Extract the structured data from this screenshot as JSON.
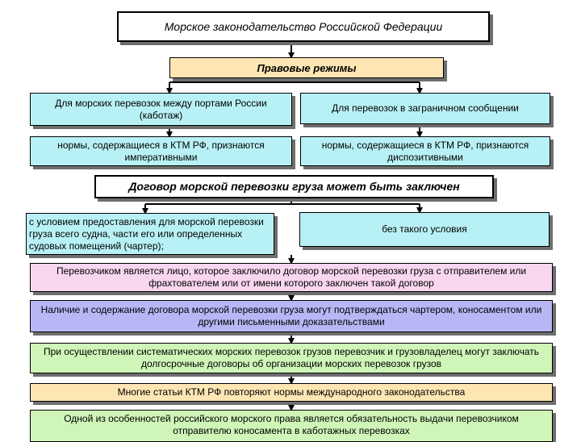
{
  "title": "Морское  законодательство  Российской  Федерации",
  "regimes": "Правовые режимы",
  "cabotage": "Для морских перевозок между портами России (каботаж)",
  "foreign": "Для перевозок в заграничном сообщении",
  "imperative": "нормы, содержащиеся в КТМ РФ, признаются императивными",
  "dispositive": "нормы, содержащиеся в КТМ РФ, признаются диспозитивными",
  "contract": "Договор морской перевозки груза может быть заключен",
  "with_condition": "с условием предоставления для морской перевозки  груза  всего  судна, части его или определенных судовых помещений (чартер);",
  "without_condition": "без такого условия",
  "carrier": "Перевозчиком  является  лицо,  которое  заключило  договор  морской перевозки груза с отправителем  или  фрахтователем  или  от  имени  которого заключен такой договор",
  "evidence": "Наличие  и  содержание  договора  морской  перевозки  груза  могут подтверждаться чартером, коносаментом    или    другими    письменными доказательствами",
  "longterm": "При осуществлении систематических морских перевозок грузов перевозчик и грузовладелец могут  заключать  долгосрочные   договоры   об организации морских перевозок грузов",
  "international": "Многие   статьи   КТМ   РФ   повторяют    нормы    международного законодательства",
  "feature": "Одной  из  особенностей  российского   морского   права   является обязательность выдачи перевозчиком  отправителю  коносамента  в  каботажных перевозках"
}
